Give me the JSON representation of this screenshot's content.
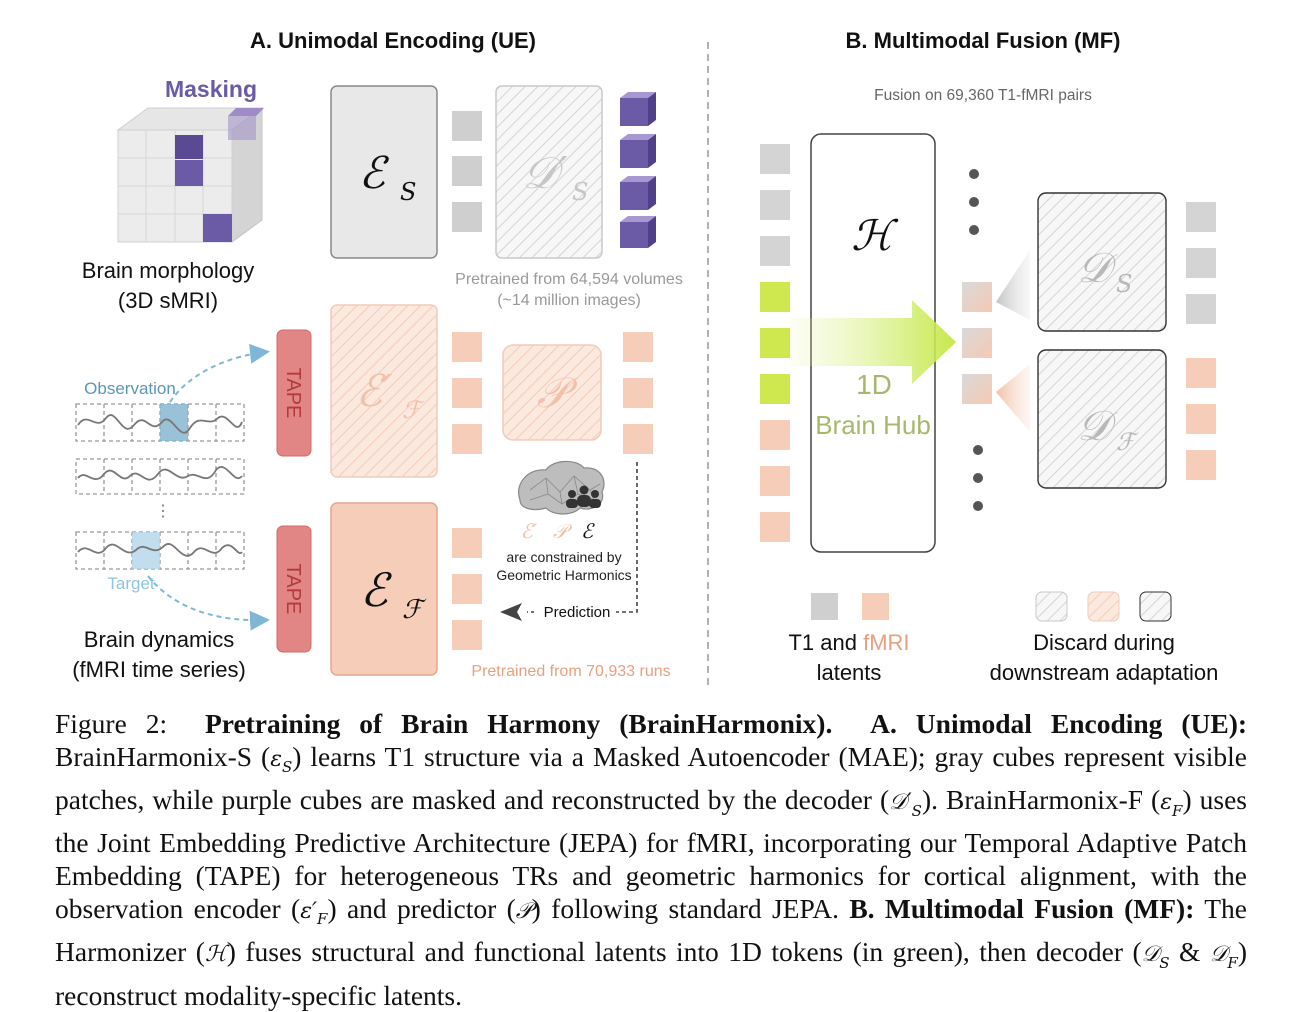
{
  "panel_a": {
    "title": "A. Unimodal Encoding (UE)",
    "masking_label": "Masking",
    "morphology_label_1": "Brain morphology",
    "morphology_label_2": "(3D sMRI)",
    "enc_s": "ℰ",
    "enc_s_sub": "S",
    "dec_s": "𝒟′",
    "dec_s_sub": "S",
    "pretrain_s_1": "Pretrained from 64,594 volumes",
    "pretrain_s_2": "(~14 million images)",
    "observation_label": "Observation",
    "target_label": "Target",
    "tape_label": "TAPE",
    "enc_f_obs": "ℰ′",
    "enc_f_obs_sub": "ℱ",
    "predictor": "𝒫",
    "enc_f": "ℰ",
    "enc_f_sub": "ℱ",
    "constrained_1": "are constrained by",
    "constrained_2": "Geometric Harmonics",
    "prediction_label": "Prediction",
    "dynamics_label_1": "Brain dynamics",
    "dynamics_label_2": "(fMRI time series)",
    "pretrain_f": "Pretrained from 70,933 runs"
  },
  "panel_b": {
    "title": "B. Multimodal Fusion (MF)",
    "fusion_note": "Fusion on 69,360 T1-fMRI pairs",
    "hub": "ℋ",
    "hub_label_1": "1D",
    "hub_label_2": "Brain Hub",
    "dec_s": "𝒟",
    "dec_s_sub": "S",
    "dec_f": "𝒟",
    "dec_f_sub": "ℱ",
    "legend_t1": "T1 and ",
    "legend_fmri": "fMRI",
    "legend_latents": "latents",
    "legend_discard_1": "Discard during",
    "legend_discard_2": "downstream adaptation"
  },
  "caption": {
    "fig_label": "Figure 2:",
    "title": "Pretraining of Brain Harmony (BrainHarmonix).",
    "a_head": "A. Unimodal Encoding (UE):",
    "a_text_1": " BrainHarmonix-S (",
    "sym_es": "ε",
    "sub_s": "S",
    "a_text_2": ") learns T1 structure via a Masked Autoencoder (MAE); gray cubes represent visible patches, while purple cubes are masked and reconstructed by the decoder (",
    "sym_ds": "𝒟′",
    "a_text_3": "). BrainHarmonix-F (",
    "sym_ef": "ε",
    "sub_f": "F",
    "a_text_4": ") uses the Joint Embedding Predictive Architecture (JEPA) for fMRI, incorporating our Temporal Adaptive Patch Embedding (TAPE) for heterogeneous TRs and geometric harmonics for cortical alignment, with the observation encoder (",
    "sym_efp": "ε′",
    "a_text_5": ") and predictor (",
    "sym_p": "𝒫",
    "a_text_6": ") following standard JEPA.",
    "b_head": " B. Multimodal Fusion (MF):",
    "b_text_1": " The Harmonizer (",
    "sym_h": "ℋ",
    "b_text_2": ") fuses structural and functional latents into 1D tokens (in green), then decoder (",
    "sym_d1": "𝒟",
    "amp": " & ",
    "sym_d2": "𝒟",
    "b_text_3": ") reconstruct modality-specific latents."
  }
}
